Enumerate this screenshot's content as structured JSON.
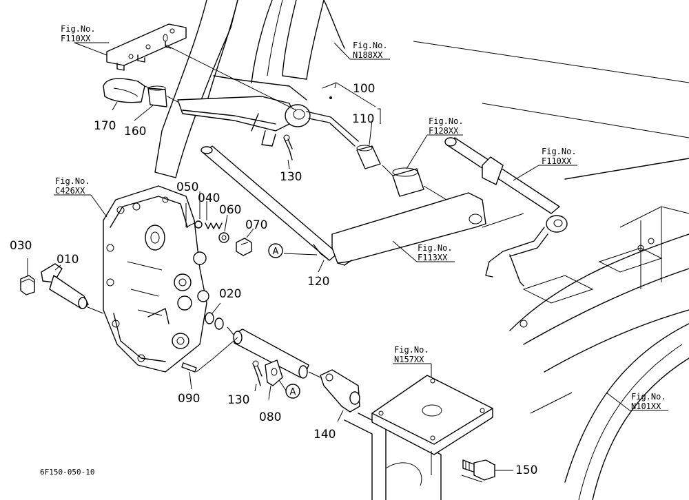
{
  "figure_refs": {
    "f110_top_caption": "Fig.No.",
    "f110_top_code": "F110XX",
    "n188_caption": "Fig.No.",
    "n188_code": "N188XX",
    "f128_caption": "Fig.No.",
    "f128_code": "F128XX",
    "f110_right_caption": "Fig.No.",
    "f110_right_code": "F110XX",
    "c426_caption": "Fig.No.",
    "c426_code": "C426XX",
    "f113_caption": "Fig.No.",
    "f113_code": "F113XX",
    "n157_caption": "Fig.No.",
    "n157_code": "N157XX",
    "n101_caption": "Fig.No.",
    "n101_code": "N101XX"
  },
  "part_labels": {
    "p100": "100",
    "p110": "110",
    "p130_top": "130",
    "p170": "170",
    "p160": "160",
    "p050": "050",
    "p040": "040",
    "p060": "060",
    "p070": "070",
    "p120": "120",
    "p030": "030",
    "p010": "010",
    "p020": "020",
    "p090": "090",
    "p130_bottom": "130",
    "p080": "080",
    "p140": "140",
    "p150": "150"
  },
  "callouts": {
    "a_upper": "A",
    "a_lower": "A"
  },
  "drawing_number": "6F150-050-10"
}
